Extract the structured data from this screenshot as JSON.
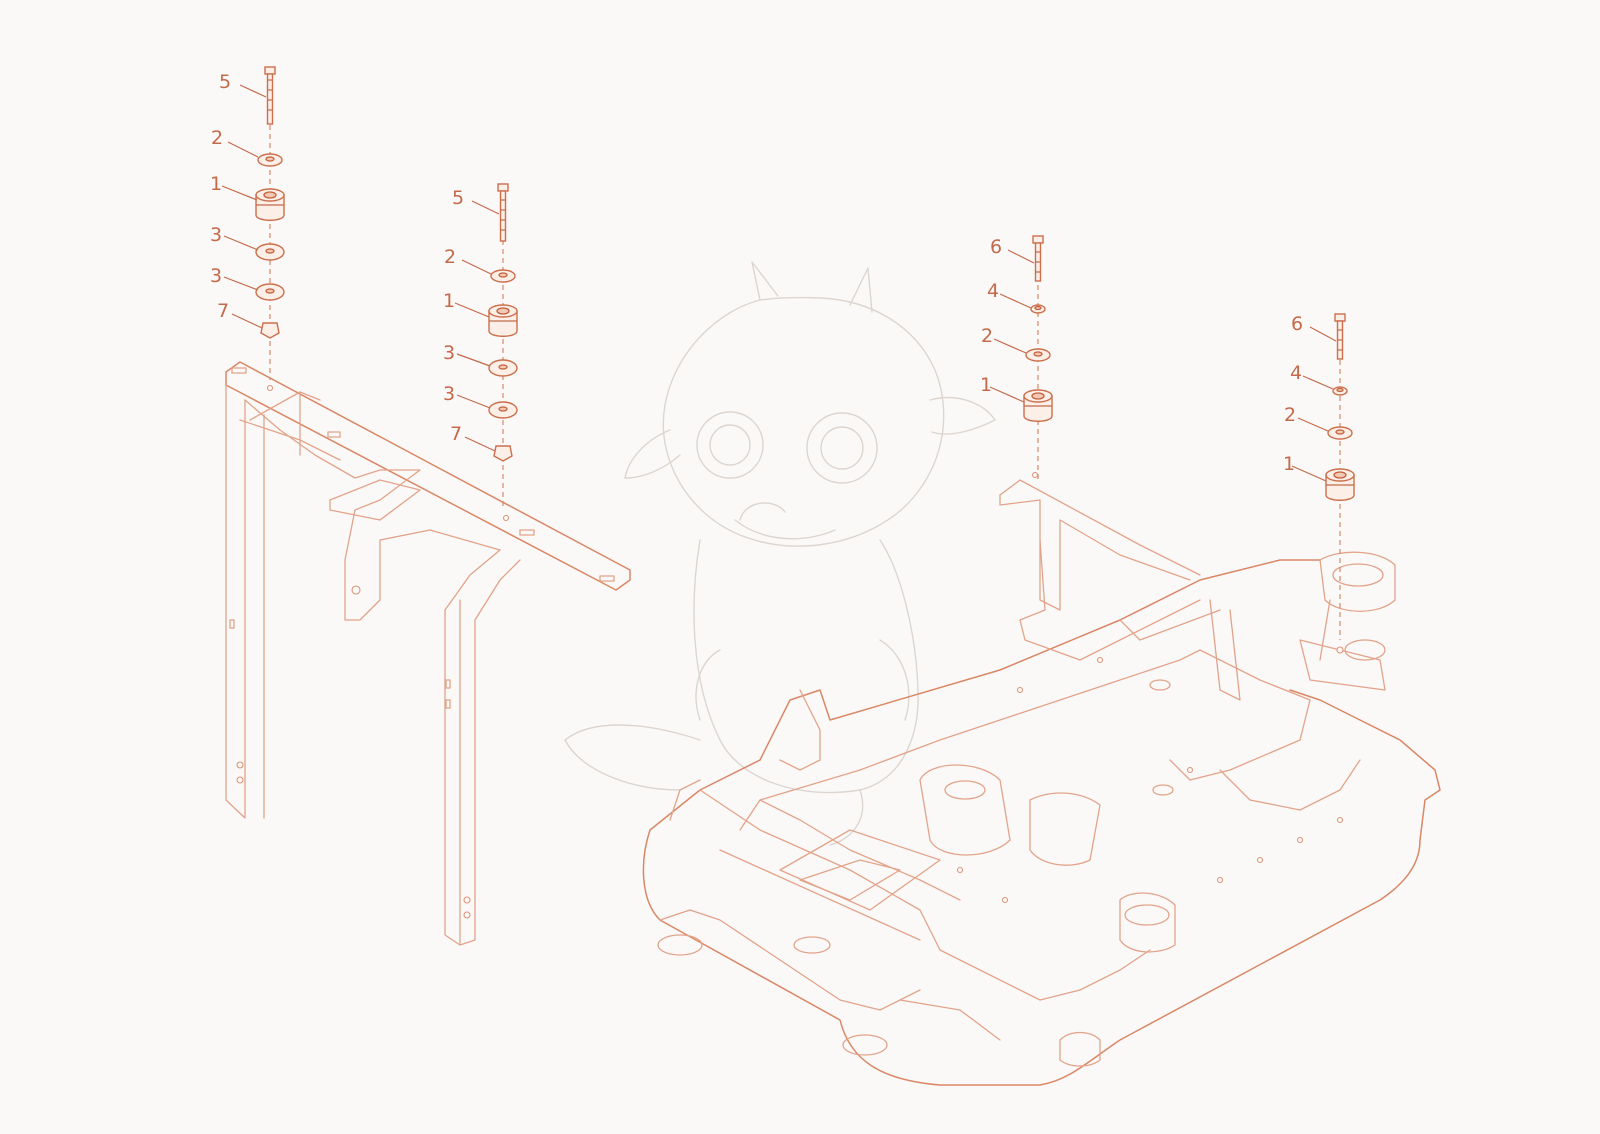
{
  "diagram": {
    "callouts": [
      {
        "id": "a5",
        "label": "5"
      },
      {
        "id": "a2",
        "label": "2"
      },
      {
        "id": "a1",
        "label": "1"
      },
      {
        "id": "a3a",
        "label": "3"
      },
      {
        "id": "a3b",
        "label": "3"
      },
      {
        "id": "a7",
        "label": "7"
      },
      {
        "id": "b5",
        "label": "5"
      },
      {
        "id": "b2",
        "label": "2"
      },
      {
        "id": "b1",
        "label": "1"
      },
      {
        "id": "b3a",
        "label": "3"
      },
      {
        "id": "b3b",
        "label": "3"
      },
      {
        "id": "b7",
        "label": "7"
      },
      {
        "id": "c6",
        "label": "6"
      },
      {
        "id": "c4",
        "label": "4"
      },
      {
        "id": "c2",
        "label": "2"
      },
      {
        "id": "c1",
        "label": "1"
      },
      {
        "id": "d6",
        "label": "6"
      },
      {
        "id": "d4",
        "label": "4"
      },
      {
        "id": "d2",
        "label": "2"
      },
      {
        "id": "d1",
        "label": "1"
      }
    ],
    "colors": {
      "line_art": "#e2a38a",
      "parts": "#cc6f4c",
      "labels": "#c46a4b",
      "watermark": "#ddd5d0",
      "background": "#fbf9f7"
    },
    "watermark": "dragon-mascot"
  }
}
